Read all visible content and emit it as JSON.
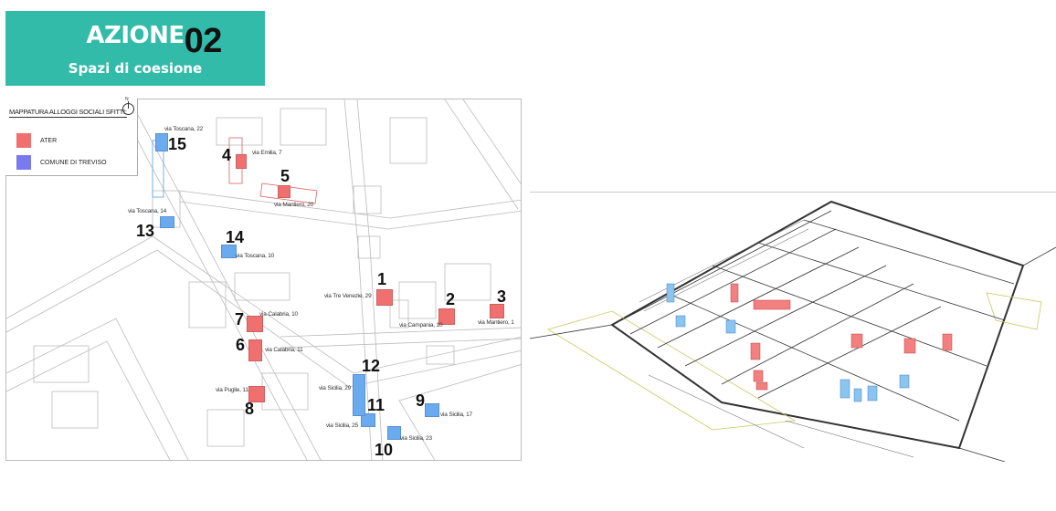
{
  "banner": {
    "title": "AZIONE",
    "number": "02",
    "subtitle": "Spazi di coesione"
  },
  "legend": {
    "title": "MAPPATURA ALLOGGI SOCIALI SFITTI:",
    "compass": "N",
    "items": [
      {
        "label": "ATER",
        "color": "#f07070"
      },
      {
        "label": "COMUNE DI TREVISO",
        "color": "#7a7af0"
      }
    ]
  },
  "markers": [
    {
      "number": "1",
      "address": "via Tre Venezie, 29",
      "owner": "ATER"
    },
    {
      "number": "2",
      "address": "via Campania, 10",
      "owner": "ATER"
    },
    {
      "number": "3",
      "address": "via Mantiero, 1",
      "owner": "ATER"
    },
    {
      "number": "4",
      "address": "via Emilia, 7",
      "owner": "ATER"
    },
    {
      "number": "5",
      "address": "via Mantiero, 20",
      "owner": "ATER"
    },
    {
      "number": "6",
      "address": "via Calabria, 11",
      "owner": "ATER"
    },
    {
      "number": "7",
      "address": "via Calabria, 10",
      "owner": "ATER"
    },
    {
      "number": "8",
      "address": "via Puglie, 11",
      "owner": "ATER"
    },
    {
      "number": "9",
      "address": "via Sicilia, 17",
      "owner": "COMUNE DI TREVISO"
    },
    {
      "number": "10",
      "address": "via Sicilia, 23",
      "owner": "COMUNE DI TREVISO"
    },
    {
      "number": "11",
      "address": "via Sicilia, 25",
      "owner": "COMUNE DI TREVISO"
    },
    {
      "number": "12",
      "address": "via Sicilia, 29",
      "owner": "COMUNE DI TREVISO"
    },
    {
      "number": "13",
      "address": "via Toscana, 14",
      "owner": "COMUNE DI TREVISO"
    },
    {
      "number": "14",
      "address": "via Toscana, 10",
      "owner": "COMUNE DI TREVISO"
    },
    {
      "number": "15",
      "address": "via Toscana, 22",
      "owner": "COMUNE DI TREVISO"
    }
  ]
}
